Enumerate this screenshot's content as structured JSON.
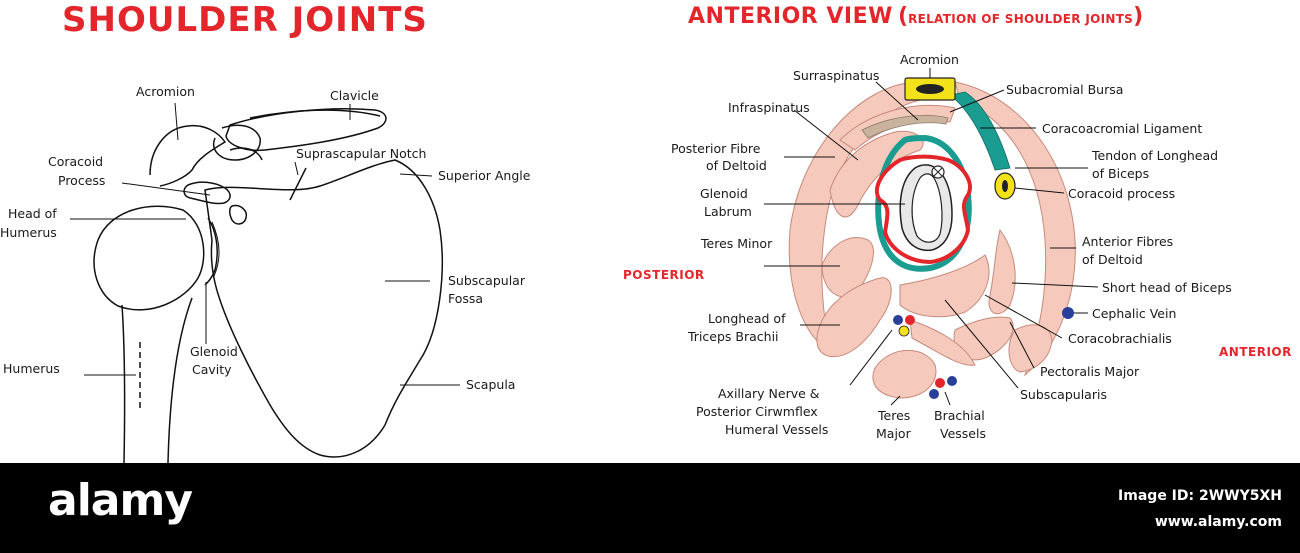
{
  "left": {
    "title": "SHOULDER JOINTS",
    "labels": {
      "acromion": "Acromion",
      "clavicle": "Clavicle",
      "coracoid_1": "Coracoid",
      "coracoid_2": "Process",
      "suprascapular_notch": "Suprascapular Notch",
      "superior_angle": "Superior Angle",
      "head_1": "Head of",
      "head_2": "Humerus",
      "subscapular_1": "Subscapular",
      "subscapular_2": "Fossa",
      "glenoid_1": "Glenoid",
      "glenoid_2": "Cavity",
      "humerus": "Humerus",
      "scapula": "Scapula"
    }
  },
  "right": {
    "title_main": "ANTERIOR VIEW",
    "title_paren_open": "(",
    "title_sub": "RELATION OF SHOULDER JOINTS",
    "title_paren_close": ")",
    "direction_posterior": "POSTERIOR",
    "direction_anterior": "ANTERIOR",
    "labels": {
      "acromion": "Acromion",
      "surraspinatus": "Surraspinatus",
      "subacromial_bursa": "Subacromial Bursa",
      "infraspinatus": "Infraspinatus",
      "coracoacromial": "Coracoacromial Ligament",
      "post_fibre_1": "Posterior Fibre",
      "post_fibre_2": "of Deltoid",
      "tendon_1": "Tendon of Longhead",
      "tendon_2": "of Biceps",
      "coracoid": "Coracoid process",
      "glenoid_1": "Glenoid",
      "glenoid_2": "Labrum",
      "teres_minor": "Teres Minor",
      "ant_fibres_1": "Anterior Fibres",
      "ant_fibres_2": "of Deltoid",
      "short_head": "Short head of Biceps",
      "cephalic": "Cephalic Vein",
      "longhead_1": "Longhead of",
      "longhead_2": "Triceps Brachii",
      "coracobrachialis": "Coracobrachialis",
      "pectoralis": "Pectoralis Major",
      "axillary_1": "Axillary Nerve &",
      "axillary_2": "Posterior Cirwmflex",
      "axillary_3": "Humeral Vessels",
      "teres_major_1": "Teres",
      "teres_major_2": "Major",
      "brachial_1": "Brachial",
      "brachial_2": "Vessels",
      "subscapularis": "Subscapularis"
    }
  },
  "colors": {
    "title_red": "#e3262b",
    "muscle_pink": "#f6c9bd",
    "muscle_outline": "#c78a7c",
    "labrum_red": "#e3262b",
    "ligament_teal": "#1a9c91",
    "bone_yellow": "#f3e21a",
    "vein_blue": "#2a3f9a"
  },
  "footer": {
    "brand": "alamy",
    "image_id_1": "Image ID: 2WWY5XH",
    "image_id_2": "www.alamy.com"
  }
}
